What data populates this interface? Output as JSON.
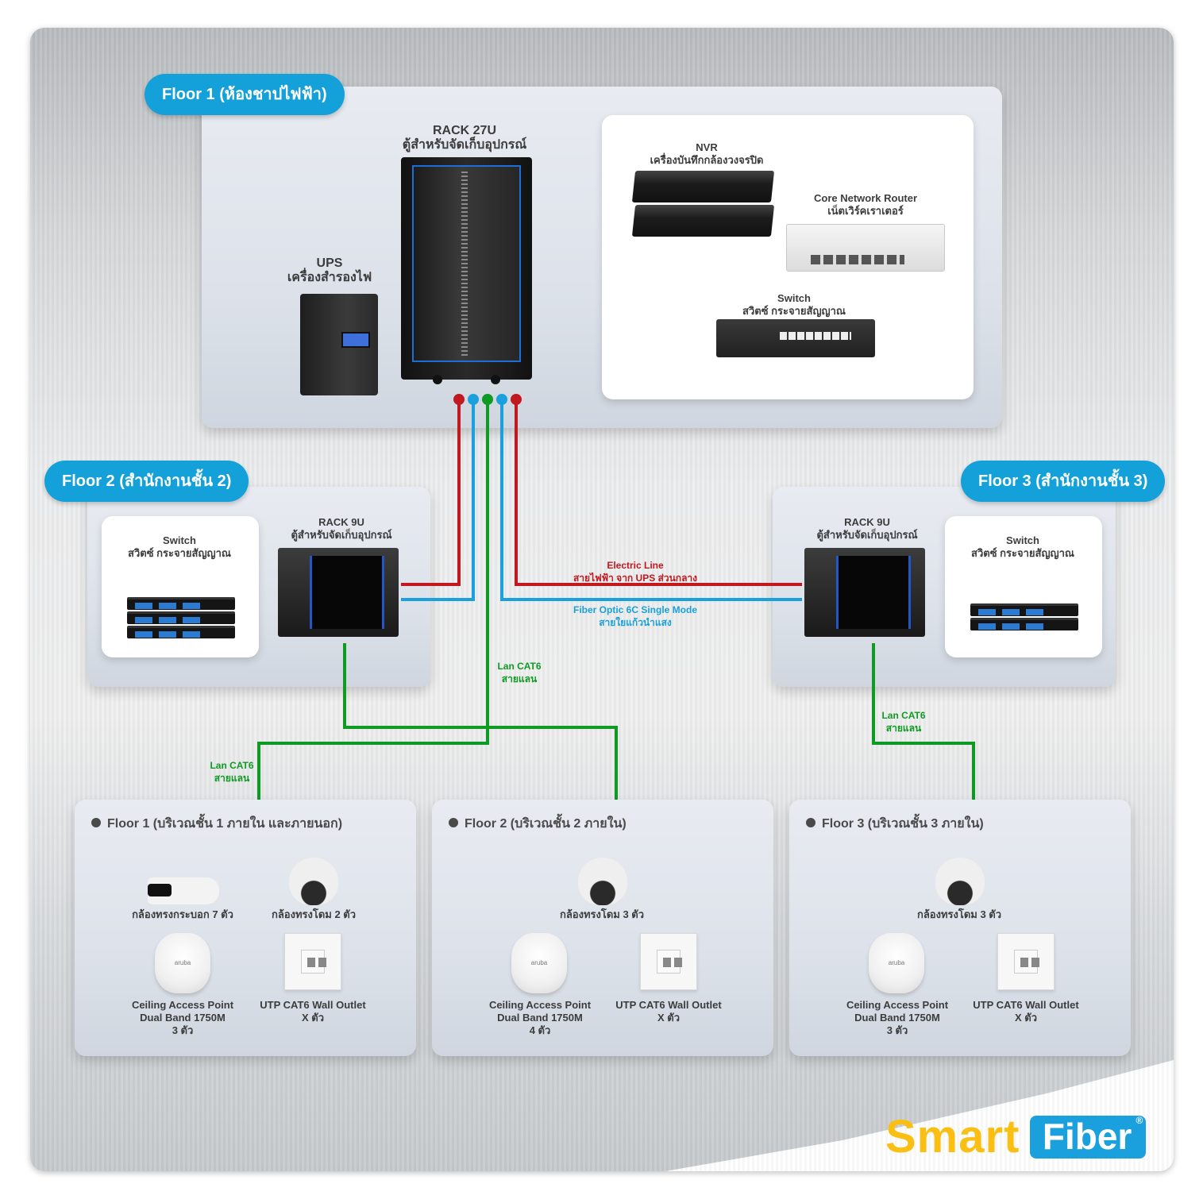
{
  "floor1_room": {
    "title": "Floor 1 (ห้องชาปไฟฟ้า)",
    "rack": {
      "name": "RACK 27U",
      "desc": "ตู้สำหรับจัดเก็บอุปกรณ์"
    },
    "ups": {
      "name": "UPS",
      "desc": "เครื่องสำรองไฟ"
    },
    "nvr": {
      "name": "NVR",
      "desc": "เครื่องบันทึกกล้องวงจรปิด"
    },
    "router": {
      "name": "Core Network Router",
      "desc": "เน็ตเวิร์คเราเตอร์"
    },
    "switch": {
      "name": "Switch",
      "desc": "สวิตซ์ กระจายสัญญาณ"
    }
  },
  "floor2_room": {
    "title": "Floor 2 (สำนักงานชั้น 2)",
    "switch": {
      "name": "Switch",
      "desc": "สวิตซ์ กระจายสัญญาณ"
    },
    "rack": {
      "name": "RACK 9U",
      "desc": "ตู้สำหรับจัดเก็บอุปกรณ์"
    }
  },
  "floor3_room": {
    "title": "Floor 3 (สำนักงานชั้น 3)",
    "switch": {
      "name": "Switch",
      "desc": "สวิตซ์ กระจายสัญญาณ"
    },
    "rack": {
      "name": "RACK 9U",
      "desc": "ตู้สำหรับจัดเก็บอุปกรณ์"
    }
  },
  "wires": {
    "electric": {
      "name": "Electric Line",
      "desc": "สายไฟฟ้า จาก UPS ส่วนกลาง",
      "color": "#c2181f"
    },
    "fiber": {
      "name": "Fiber Optic 6C Single Mode",
      "desc": "สายใยแก้วนำแสง",
      "color": "#1aa0dc"
    },
    "lan": {
      "name": "Lan CAT6",
      "desc": "สายแลน",
      "color": "#0f9a24"
    }
  },
  "zones": [
    {
      "title": "Floor 1 (บริเวณชั้น 1 ภายใน และภายนอก)",
      "bullet_camera": "กล้องทรงกระบอก 7 ตัว",
      "dome_camera": "กล้องทรงโดม 2 ตัว",
      "ap": {
        "line1": "Ceiling Access Point",
        "line2": "Dual Band 1750M",
        "count": "3 ตัว"
      },
      "outlet": {
        "line1": "UTP CAT6 Wall Outlet",
        "count": "X ตัว"
      }
    },
    {
      "title": "Floor 2 (บริเวณชั้น 2 ภายใน)",
      "dome_camera": "กล้องทรงโดม 3 ตัว",
      "ap": {
        "line1": "Ceiling Access Point",
        "line2": "Dual Band 1750M",
        "count": "4 ตัว"
      },
      "outlet": {
        "line1": "UTP CAT6 Wall Outlet",
        "count": "X ตัว"
      }
    },
    {
      "title": "Floor 3 (บริเวณชั้น 3 ภายใน)",
      "dome_camera": "กล้องทรงโดม 3 ตัว",
      "ap": {
        "line1": "Ceiling Access Point",
        "line2": "Dual Band 1750M",
        "count": "3 ตัว"
      },
      "outlet": {
        "line1": "UTP CAT6 Wall Outlet",
        "count": "X ตัว"
      }
    }
  ],
  "brand": {
    "smart": "Smart",
    "fiber": "Fiber",
    "reg": "®",
    "smart_color": "#fbbf14",
    "fiber_color": "#1aa0dc"
  },
  "ap_brand": "aruba"
}
